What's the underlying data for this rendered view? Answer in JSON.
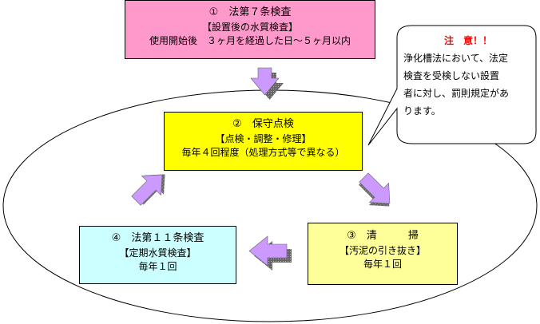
{
  "steps": {
    "step1": {
      "title": "①　法第７条検査",
      "subtitle": "【設置後の水質検査】",
      "note": "使用開始後　３ヶ月を経過した日～５ヶ月以内"
    },
    "step2": {
      "title": "②　保守点検",
      "subtitle": "【点検・調整・修理】",
      "note": "毎年４回程度（処理方式等で異なる）"
    },
    "step3": {
      "title": "③　清　　　掃",
      "subtitle": "【汚泥の引き抜き】",
      "note": "毎年１回"
    },
    "step4": {
      "title": "④　法第１１条検査",
      "subtitle": "【定期水質検査】",
      "note": "毎年１回"
    }
  },
  "callout": {
    "heading": "注　意！！",
    "lines": [
      "浄化槽法において、法定",
      "検査を受検しない設置",
      "者に対し、罰則規定があ",
      "ります。"
    ]
  },
  "colors": {
    "step1_fill": "#ff99cc",
    "step2_fill": "#ffff00",
    "step3_fill": "#ffff99",
    "step4_fill": "#ccffff",
    "arrow_fill": "#cc99ff",
    "warning_text": "#ff0000"
  }
}
